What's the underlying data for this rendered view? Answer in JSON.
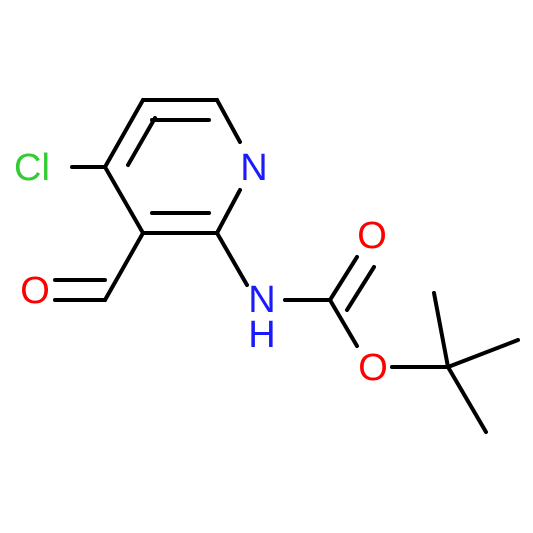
{
  "molecule": {
    "atoms": {
      "cl": {
        "label": "Cl",
        "color": "#33cc33"
      },
      "n_ring": {
        "label": "N",
        "color": "#1a1aff"
      },
      "o_carbonyl": {
        "label": "O",
        "color": "#ff0000"
      },
      "o_aldehyde": {
        "label": "O",
        "color": "#ff0000"
      },
      "nh": {
        "label": "N",
        "color": "#1a1aff"
      },
      "h": {
        "label": "H",
        "color": "#1a1aff"
      },
      "o_ester": {
        "label": "O",
        "color": "#ff0000"
      }
    },
    "bond_color": "#000000"
  }
}
